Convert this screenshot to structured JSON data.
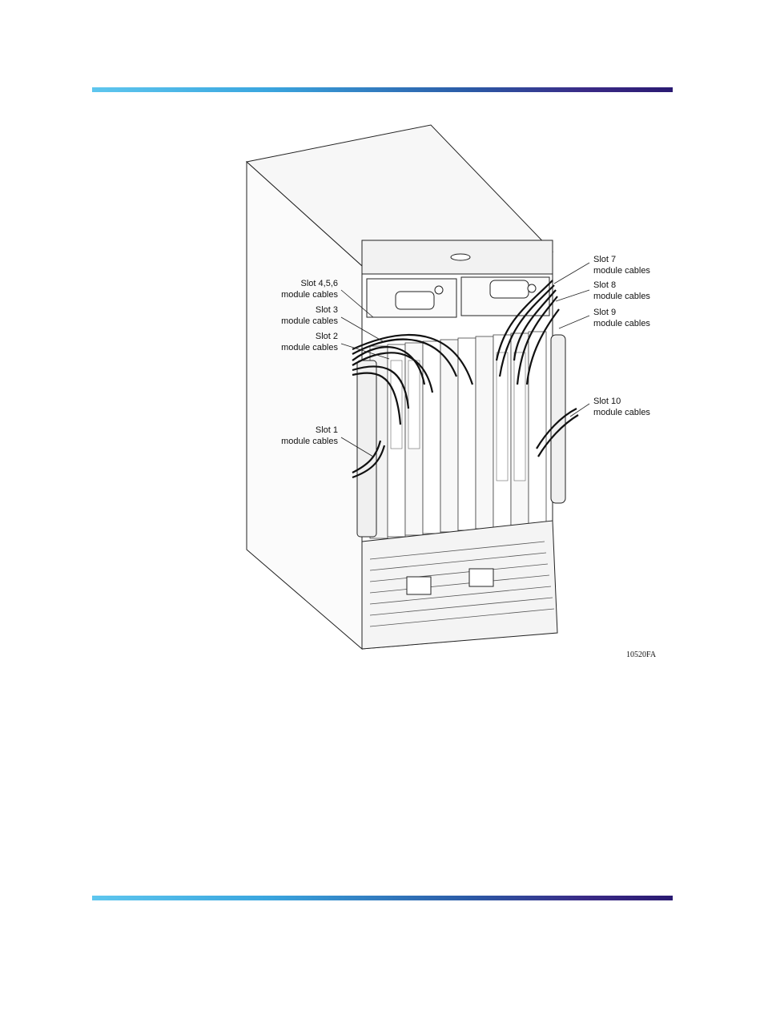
{
  "header": {
    "rule_color_start": "#5ec6ee",
    "rule_color_end": "#2a1a72"
  },
  "figure": {
    "labels": {
      "slot456": {
        "line1": "Slot 4,5,6",
        "line2": "module cables"
      },
      "slot3": {
        "line1": "Slot 3",
        "line2": "module cables"
      },
      "slot2": {
        "line1": "Slot 2",
        "line2": "module cables"
      },
      "slot1": {
        "line1": "Slot 1",
        "line2": "module cables"
      },
      "slot7": {
        "line1": "Slot 7",
        "line2": "module cables"
      },
      "slot8": {
        "line1": "Slot 8",
        "line2": "module cables"
      },
      "slot9": {
        "line1": "Slot 9",
        "line2": "module cables"
      },
      "slot10": {
        "line1": "Slot 10",
        "line2": "module cables"
      }
    },
    "figure_id": "10520FA"
  }
}
